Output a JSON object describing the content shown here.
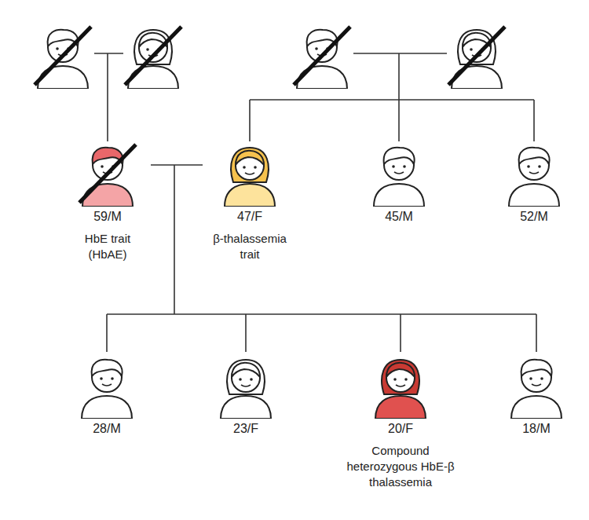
{
  "diagram": {
    "nodes": [
      {
        "text": [
          "59/M",
          "HbE trait (HbAE)"
        ]
      },
      {
        "text": [
          "47/F",
          "β-thalassemia trait"
        ]
      },
      {
        "text": [
          "45/M"
        ]
      },
      {
        "text": [
          "52/M"
        ]
      },
      {
        "text": [
          "28/M"
        ]
      },
      {
        "text": [
          "23/F"
        ]
      },
      {
        "text": [
          "20/F",
          "Compound heterozygous HbE-β thalassemia"
        ]
      },
      {
        "text": [
          "18/M"
        ]
      }
    ],
    "edges": [
      {
        "from": 0,
        "to": 1,
        "arrow": "none"
      }
    ]
  }
}
